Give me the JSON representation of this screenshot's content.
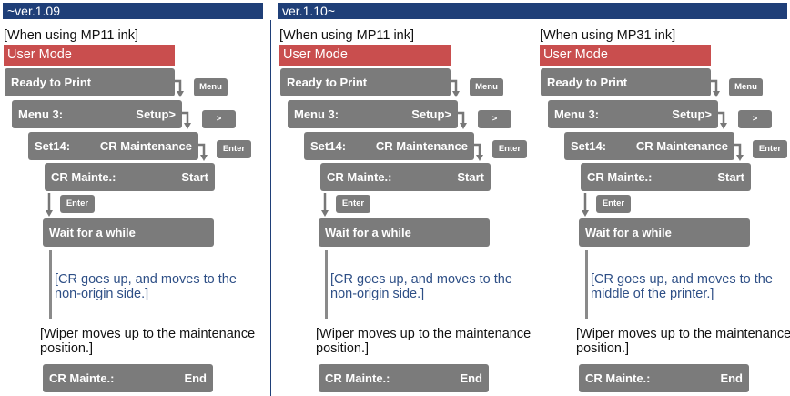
{
  "headers": {
    "left": "~ver.1.09",
    "right": "ver.1.10~"
  },
  "columns": [
    {
      "condition": "[When using MP11 ink]",
      "mode": "User Mode",
      "screens": {
        "ready": "Ready to Print",
        "menu_left": "Menu  3:",
        "menu_right": "Setup>",
        "set_left": "Set14:",
        "set_right": "CR Maintenance",
        "crm_left": "CR Mainte.:",
        "crm_right": "Start",
        "wait": "Wait for a while",
        "end_left": "CR Mainte.:",
        "end_right": "End"
      },
      "keys": {
        "menu": "Menu",
        "right": ">",
        "enter1": "Enter",
        "enter2": "Enter"
      },
      "note_cr": "[CR goes up, and moves to the non-origin side.]",
      "note_wiper": "[Wiper moves up to the maintenance position.]"
    },
    {
      "condition": "[When using MP11 ink]",
      "mode": "User Mode",
      "screens": {
        "ready": "Ready to Print",
        "menu_left": "Menu  3:",
        "menu_right": "Setup>",
        "set_left": "Set14:",
        "set_right": "CR Maintenance",
        "crm_left": "CR Mainte.:",
        "crm_right": "Start",
        "wait": "Wait for a while",
        "end_left": "CR Mainte.:",
        "end_right": "End"
      },
      "keys": {
        "menu": "Menu",
        "right": ">",
        "enter1": "Enter",
        "enter2": "Enter"
      },
      "note_cr": "[CR goes up, and moves to the non-origin side.]",
      "note_wiper": "[Wiper moves up to the maintenance position.]"
    },
    {
      "condition": "[When using MP31 ink]",
      "mode": "User Mode",
      "screens": {
        "ready": "Ready to Print",
        "menu_left": "Menu  3:",
        "menu_right": "Setup>",
        "set_left": "Set14:",
        "set_right": "CR Maintenance",
        "crm_left": "CR Mainte.:",
        "crm_right": "Start",
        "wait": "Wait for a while",
        "end_left": "CR Mainte.:",
        "end_right": "End"
      },
      "keys": {
        "menu": "Menu",
        "right": ">",
        "enter1": "Enter",
        "enter2": "Enter"
      },
      "note_cr": "[CR goes up, and moves to the middle of the printer.]",
      "note_wiper": "[Wiper moves up to the maintenance position.]"
    }
  ]
}
